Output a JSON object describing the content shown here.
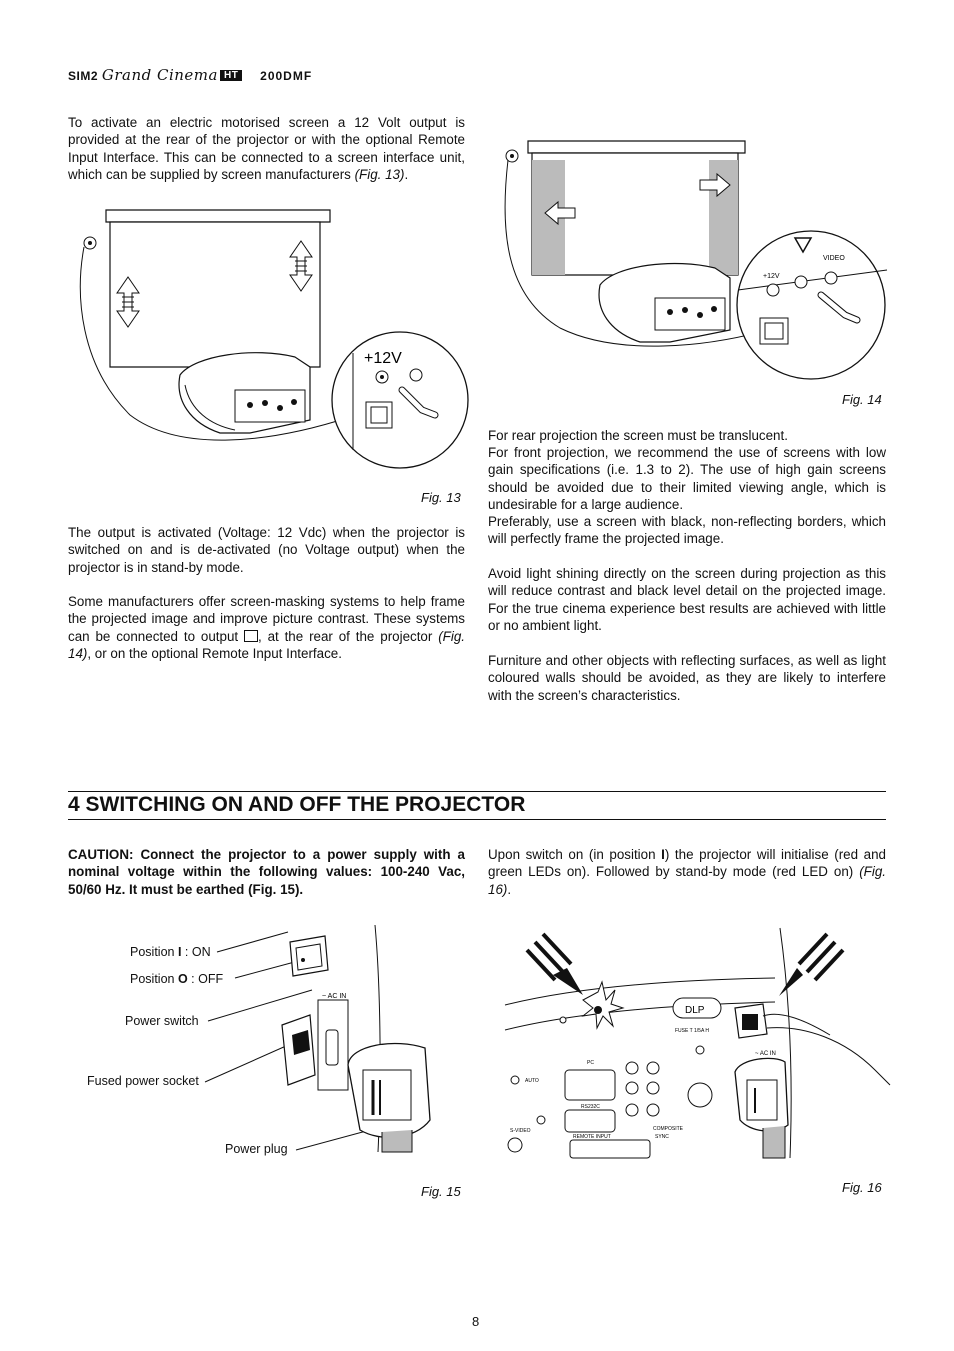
{
  "header": {
    "brand": "SIM2",
    "product_script": "Grand Cinema",
    "badge": "HT",
    "model": "200DMF"
  },
  "left_col": {
    "p1": {
      "text": "To activate an electric motorised screen a 12 Volt output is provided at the rear of the projector or with the optional Remote Input Interface.  This can be connected to a screen interface unit, which can be supplied by screen manufacturers ",
      "ref": "(Fig. 13)",
      "end": "."
    },
    "fig13": {
      "caption": "Fig. 13",
      "panel_label": "+12V"
    },
    "p2": "The output is activated (Voltage: 12 Vdc) when the projector is switched on and is de-activated (no Voltage output) when the projector is in stand-by mode.",
    "p3": {
      "a": "Some manufacturers offer screen-masking systems to help frame the projected image and improve picture contrast.  These systems can be connected to output ",
      "b": ", at the rear of the projector ",
      "ref": "(Fig. 14)",
      "c": ", or on the optional Remote Input Interface."
    }
  },
  "right_col": {
    "fig14": {
      "caption": "Fig. 14",
      "panel_labels": [
        "+12V",
        "VIDEO"
      ]
    },
    "p1": "For rear projection the screen must be translucent.",
    "p2": "For front projection, we recommend the use of screens with low gain specifications (i.e. 1.3 to 2).  The use of high gain screens should be avoided due to their limited viewing angle, which is undesirable for a large audience.",
    "p3": "Preferably, use a screen with black, non-reflecting borders, which will perfectly frame the projected image.",
    "p4": "Avoid light shining directly on the screen during projection as this will reduce contrast and black level detail on the projected image.  For the true cinema experience best results are achieved with little or no ambient light.",
    "p5": "Furniture and other objects with reflecting surfaces, as well as light coloured walls should be avoided, as they are likely to interfere with the screen’s characteristics."
  },
  "section4": {
    "title": "4  SWITCHING ON AND OFF THE PROJECTOR",
    "caution": "CAUTION: Connect the projector to a power supply with a nominal voltage within the following values:  100-240 Vac, 50/60 Hz. It must be earthed (Fig. 15).",
    "switch_on": {
      "a": "Upon switch on (in position ",
      "pos": "I",
      "b": ") the projector will initialise (red and green LEDs on).  Followed by stand-by mode (red LED on)  ",
      "ref": "(Fig. 16)",
      "end": "."
    }
  },
  "fig15": {
    "caption": "Fig. 15",
    "pos_on": {
      "prefix": "Position ",
      "key": "I",
      "suffix": " : ON"
    },
    "pos_off": {
      "prefix": "Position ",
      "key": "O",
      "suffix": " : OFF"
    },
    "power_switch": "Power switch",
    "fused_socket": "Fused power socket",
    "power_plug": "Power plug",
    "panel_label": "~ AC IN"
  },
  "fig16": {
    "caption": "Fig. 16",
    "labels": {
      "dlp": "DLP",
      "pc": "PC",
      "rs232": "RS232C",
      "remote": "REMOTE INPUT",
      "svideo": "S-VIDEO",
      "composite": "COMPOSITE",
      "sync": "SYNC",
      "auto": "AUTO",
      "fuse": "FUSE T 1/5A H",
      "acin": "~ AC IN"
    }
  },
  "footer": {
    "page": "8"
  }
}
